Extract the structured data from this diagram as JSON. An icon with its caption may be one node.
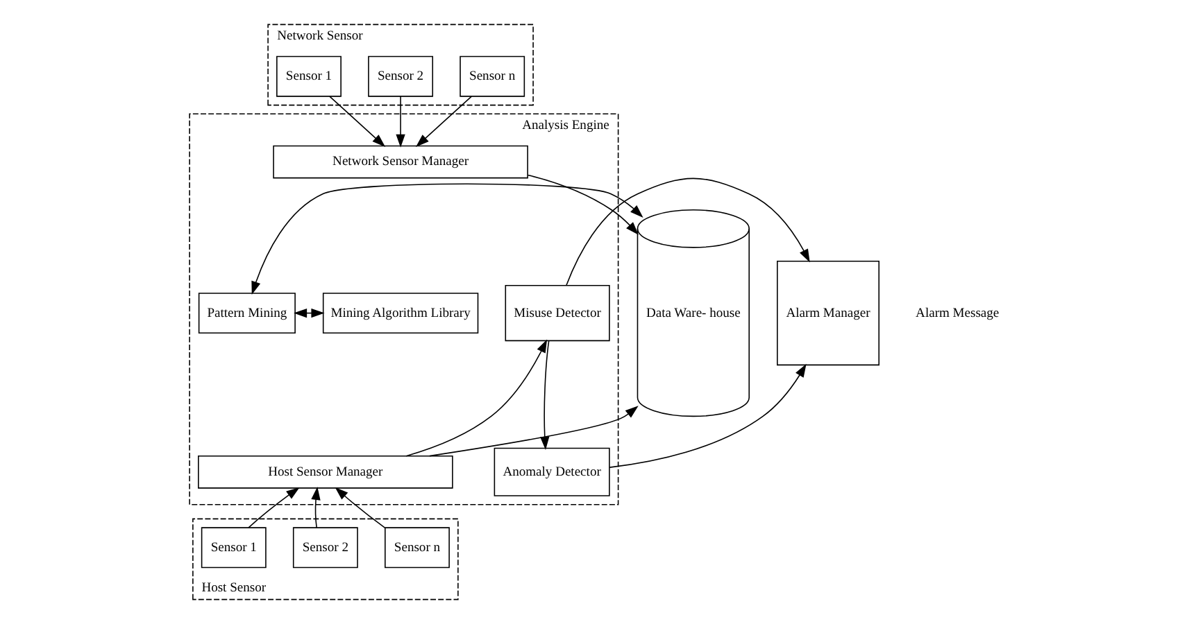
{
  "diagram": {
    "nodes": [
      {
        "text": [
          "Network Sensor"
        ]
      },
      {
        "text": [
          "Sensor 1"
        ],
        "in": 0
      },
      {
        "text": [
          "Sensor 2"
        ],
        "in": 0
      },
      {
        "text": [
          "Sensor n"
        ],
        "in": 0
      },
      {
        "text": [
          "Analysis Engine"
        ]
      },
      {
        "text": [
          "Data Ware- house"
        ]
      },
      {
        "text": [
          "Network Sensor Manager"
        ],
        "in": 4
      },
      {
        "text": [
          "Pattern Mining"
        ],
        "in": 4
      },
      {
        "text": [
          "Mining Algorithm Library"
        ],
        "in": 4
      },
      {
        "text": [
          "Misuse Detector"
        ],
        "in": 4
      },
      {
        "text": [
          "Host Sensor Manager"
        ],
        "in": 4
      },
      {
        "text": [
          "Anomaly Detector"
        ],
        "in": 4
      },
      {
        "text": [
          "Alarm Manager"
        ]
      },
      {
        "text": [
          "Host Sensor"
        ]
      },
      {
        "text": [
          "Sensor 1"
        ],
        "in": 13
      },
      {
        "text": [
          "Sensor 2"
        ],
        "in": 13
      },
      {
        "text": [
          "Sensor n"
        ],
        "in": 13
      }
    ],
    "edges": [
      {
        "from": 1,
        "to": 6,
        "arrow": "to"
      },
      {
        "from": 2,
        "to": 6,
        "arrow": "to"
      },
      {
        "from": 3,
        "to": 6,
        "arrow": "to"
      },
      {
        "from": 6,
        "to": 5,
        "arrow": "to"
      },
      {
        "from": 5,
        "to": 7,
        "arrow": "both"
      },
      {
        "from": 7,
        "to": 8,
        "arrow": "both"
      },
      {
        "from": 10,
        "to": 5,
        "arrow": "to"
      },
      {
        "from": 10,
        "to": 9,
        "arrow": "to"
      },
      {
        "from": 9,
        "to": 11,
        "arrow": "to"
      },
      {
        "from": 9,
        "to": 12,
        "arrow": "to"
      },
      {
        "from": 11,
        "to": 12,
        "arrow": "to"
      },
      {
        "from": 14,
        "to": 10,
        "arrow": "to"
      },
      {
        "from": 15,
        "to": 10,
        "arrow": "to"
      },
      {
        "from": 16,
        "to": 10,
        "arrow": "to"
      }
    ],
    "labels": [
      "Alarm Message"
    ]
  }
}
